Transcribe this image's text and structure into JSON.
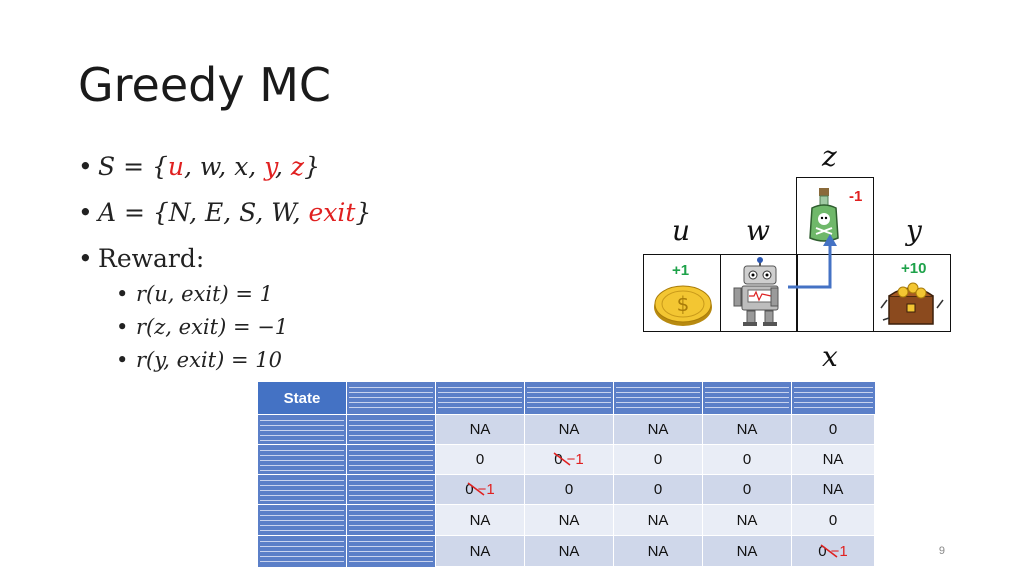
{
  "title": "Greedy MC",
  "bullets": {
    "s_lhs": "S = {",
    "s_u": "u",
    "s_mid": ", w, x, ",
    "s_y": "y",
    "s_comma": ", ",
    "s_z": "z",
    "s_end": "}",
    "a_lhs": "A = {N, E, S, W, ",
    "a_exit": "exit",
    "a_end": "}",
    "reward_label": "Reward:",
    "r1": "r(u, exit) = 1",
    "r2": "r(z, exit) = −1",
    "r3": "r(y, exit) = 10"
  },
  "grid": {
    "labels": {
      "u": "u",
      "w": "w",
      "x": "x",
      "y": "y",
      "z": "z"
    },
    "rewards": {
      "z": "-1",
      "u": "+1",
      "y": "+10"
    },
    "colors": {
      "green": "#1ea24a",
      "red": "#e02020",
      "arrow": "#4472c4"
    }
  },
  "table": {
    "state_header": "State",
    "rows": [
      [
        "NA",
        "NA",
        "NA",
        "NA",
        "0"
      ],
      [
        "0",
        "0",
        "0",
        "0",
        "NA"
      ],
      [
        "0",
        "0",
        "0",
        "0",
        "NA"
      ],
      [
        "NA",
        "NA",
        "NA",
        "NA",
        "0"
      ],
      [
        "NA",
        "NA",
        "NA",
        "NA",
        "0"
      ]
    ],
    "correction": "−1"
  },
  "page_number": "9"
}
